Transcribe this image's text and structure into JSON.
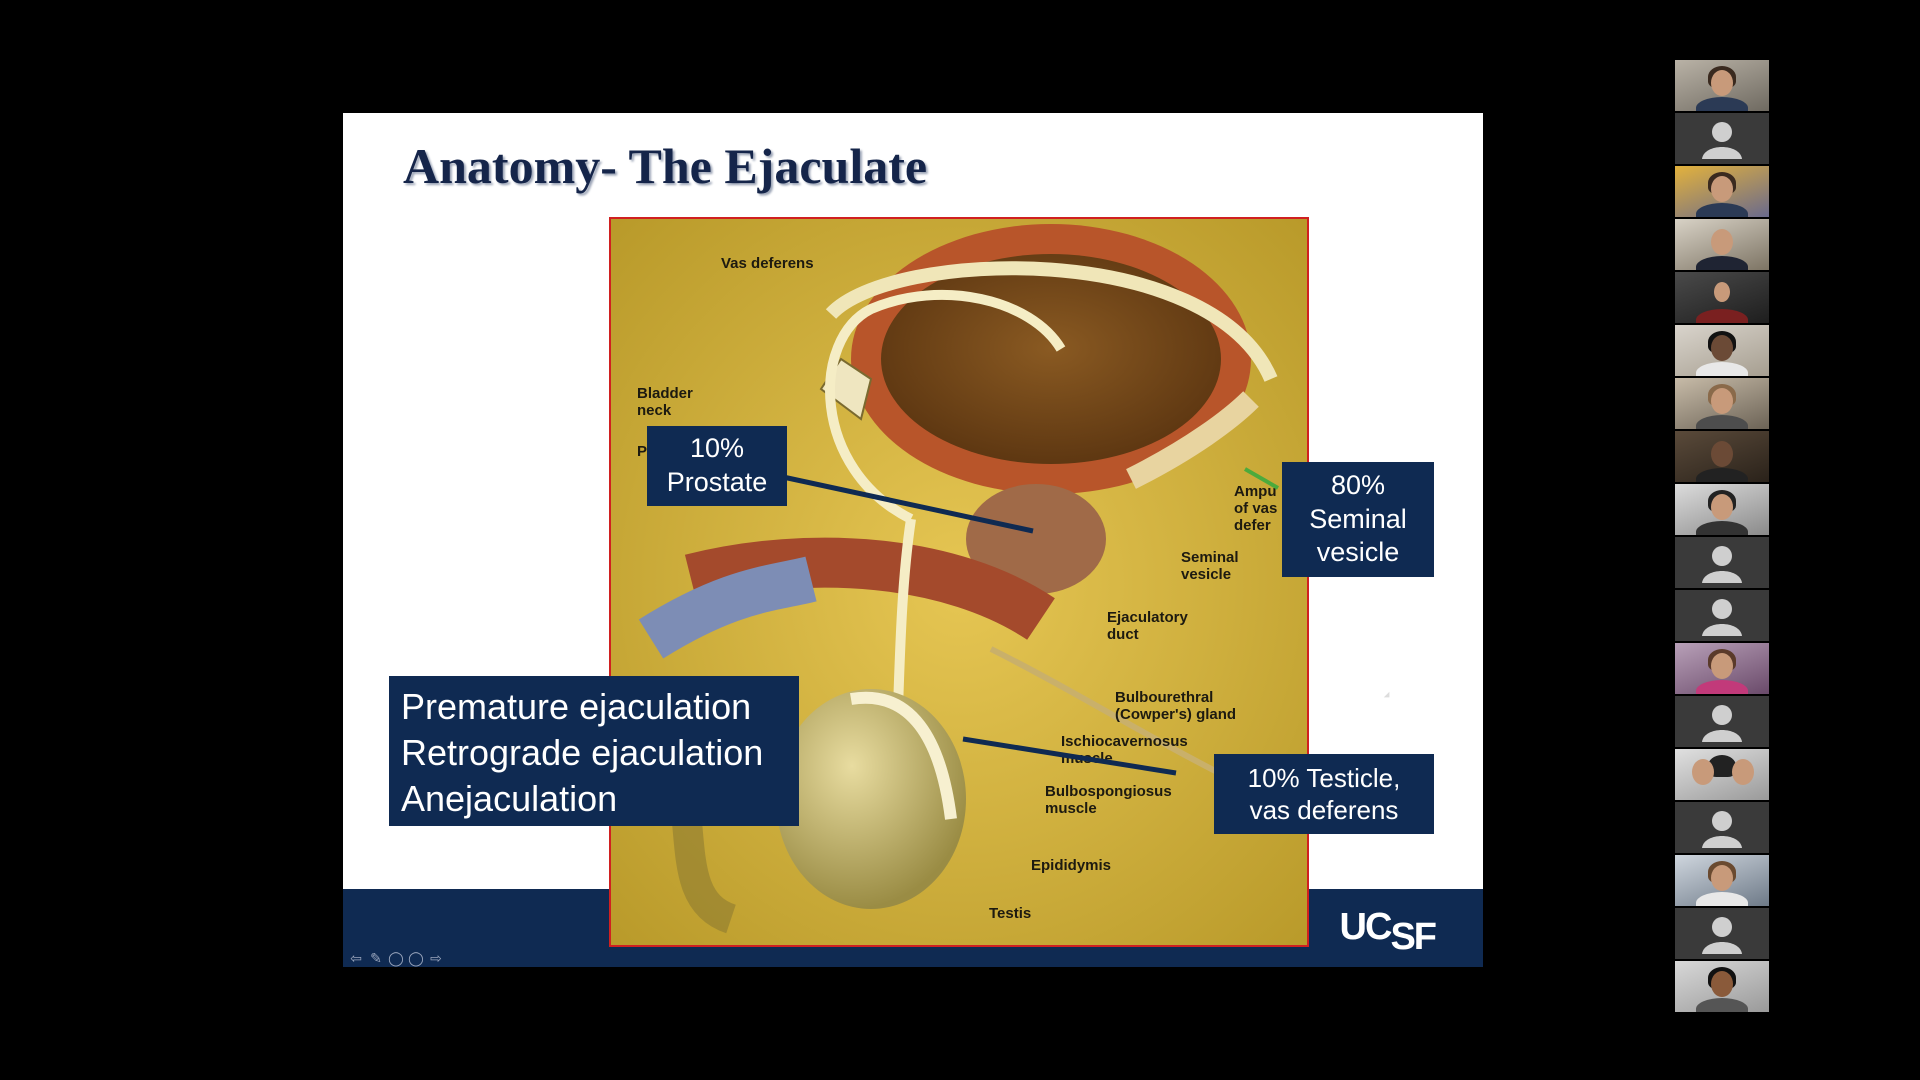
{
  "slide": {
    "title": "Anatomy- The Ejaculate",
    "logo": "UCSF",
    "anatomy_labels": {
      "vas_deferens": "Vas deferens",
      "bladder_neck": "Bladder\nneck",
      "p_fragment": "P",
      "ampulla": "Ampu\nof vas\ndefer",
      "seminal_vesicle": "Seminal\nvesicle",
      "ejaculatory_duct": "Ejaculatory\nduct",
      "bulbourethral": "Bulbourethral\n(Cowper's) gland",
      "ischiocavernosus": "Ischiocavernosus\nmuscle",
      "bulbospongiosus": "Bulbospongiosus\nmuscle",
      "epididymis": "Epididymis",
      "testis": "Testis"
    },
    "callouts": {
      "prostate": "10%\nProstate",
      "seminal": "80%\nSeminal\nvesicle",
      "testicle": "10% Testicle,\nvas deferens"
    },
    "conditions": [
      "Premature ejaculation",
      "Retrograde ejaculation",
      "Anejaculation"
    ],
    "nav_icons": [
      "arrow-left-icon",
      "pen-icon",
      "circle-icon",
      "circle-icon",
      "arrow-right-icon"
    ]
  },
  "participants": [
    {
      "type": "video"
    },
    {
      "type": "placeholder"
    },
    {
      "type": "video"
    },
    {
      "type": "video"
    },
    {
      "type": "video"
    },
    {
      "type": "video"
    },
    {
      "type": "video"
    },
    {
      "type": "video"
    },
    {
      "type": "video"
    },
    {
      "type": "placeholder"
    },
    {
      "type": "placeholder"
    },
    {
      "type": "video"
    },
    {
      "type": "placeholder"
    },
    {
      "type": "video"
    },
    {
      "type": "placeholder"
    },
    {
      "type": "video"
    },
    {
      "type": "placeholder"
    },
    {
      "type": "video"
    }
  ],
  "colors": {
    "slide_navy": "#0f2a52",
    "title": "#15254a",
    "image_border": "#d02020"
  }
}
